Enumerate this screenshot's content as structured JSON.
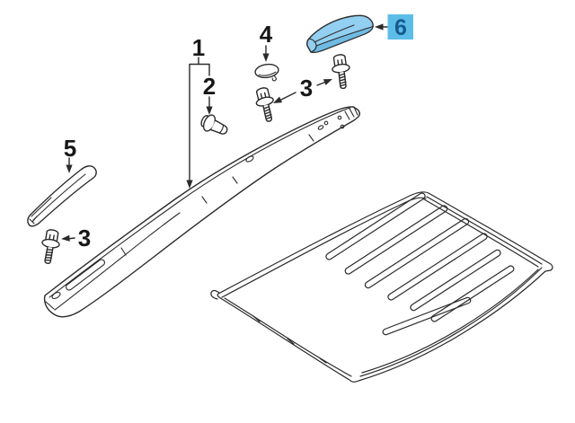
{
  "diagram": {
    "background": "#ffffff",
    "line_color": "#2b2b2b",
    "label_color": "#171717"
  },
  "highlight": {
    "part_fill": "#93cff0",
    "part_shade": "#6fbbe4",
    "badge_bg": "#5dbde9",
    "badge_text_color": "#175a8e"
  },
  "callouts": {
    "rail": {
      "label": "1"
    },
    "clip": {
      "label": "2"
    },
    "bolts": {
      "label": "3"
    },
    "bolt_front": {
      "label": "3"
    },
    "grommet": {
      "label": "4"
    },
    "front_cap": {
      "label": "5"
    },
    "rear_cap": {
      "label": "6"
    }
  }
}
